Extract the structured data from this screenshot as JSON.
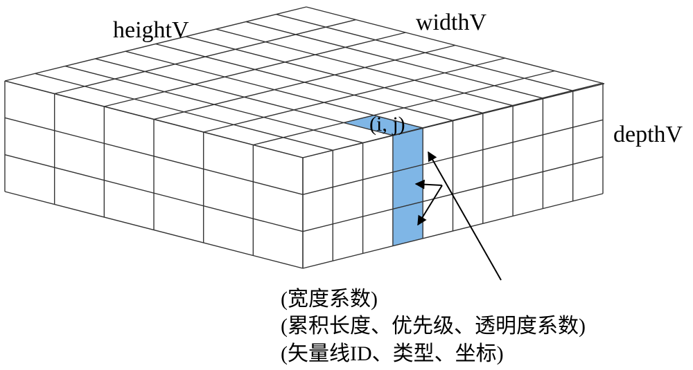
{
  "diagram": {
    "grid": {
      "top_rows": 6,
      "top_cols": 10,
      "depth_layers": 3
    },
    "labels": {
      "height": "heightV",
      "width": "widthV",
      "depth": "depthV",
      "cell": "(i, j)"
    },
    "highlight_color": "#7fb6e6",
    "line_color": "#333333",
    "annotations": [
      "(宽度系数)",
      "(累积长度、优先级、透明度系数)",
      "(矢量线ID、类型、坐标)"
    ]
  }
}
